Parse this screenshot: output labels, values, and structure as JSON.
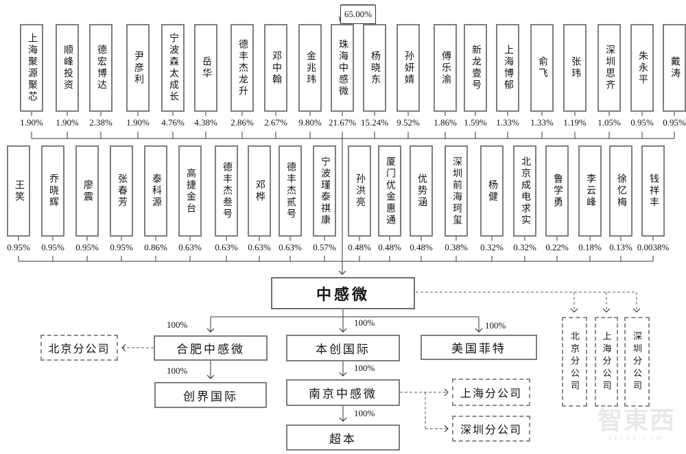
{
  "top_connector": {
    "label": "65.00%"
  },
  "shareholders_row1": [
    {
      "name": "上海聚源聚芯",
      "pct": "1.90%"
    },
    {
      "name": "顺峰投资",
      "pct": "1.90%"
    },
    {
      "name": "德宏博达",
      "pct": "2.38%"
    },
    {
      "name": "尹彦利",
      "pct": "1.90%"
    },
    {
      "name": "宁波森太成长",
      "pct": "4.76%"
    },
    {
      "name": "岳华",
      "pct": "4.38%"
    },
    {
      "name": "德丰杰龙升",
      "pct": "2.86%"
    },
    {
      "name": "邓中翰",
      "pct": "2.67%"
    },
    {
      "name": "金兆玮",
      "pct": "9.80%"
    },
    {
      "name": "珠海中感微",
      "pct": "21.67%"
    },
    {
      "name": "杨晓东",
      "pct": "15.24%"
    },
    {
      "name": "孙妍婧",
      "pct": "9.52%"
    },
    {
      "name": "傅乐渝",
      "pct": "1.86%"
    },
    {
      "name": "新龙壹号",
      "pct": "1.59%"
    },
    {
      "name": "上海博郁",
      "pct": "1.33%"
    },
    {
      "name": "俞飞",
      "pct": "1.33%"
    },
    {
      "name": "张玮",
      "pct": "1.19%"
    },
    {
      "name": "深圳思齐",
      "pct": "1.05%"
    },
    {
      "name": "朱永平",
      "pct": "0.95%"
    },
    {
      "name": "戴涛",
      "pct": "0.95%"
    }
  ],
  "shareholders_row2": [
    {
      "name": "王笑",
      "pct": "0.95%"
    },
    {
      "name": "乔晓辉",
      "pct": "0.95%"
    },
    {
      "name": "廖震",
      "pct": "0.95%"
    },
    {
      "name": "张春芳",
      "pct": "0.95%"
    },
    {
      "name": "泰科源",
      "pct": "0.86%"
    },
    {
      "name": "高捷金台",
      "pct": "0.63%"
    },
    {
      "name": "德丰杰叁号",
      "pct": "0.63%"
    },
    {
      "name": "邓桦",
      "pct": "0.63%"
    },
    {
      "name": "德丰杰贰号",
      "pct": "0.63%"
    },
    {
      "name": "宁波瑾泰祺康",
      "pct": "0.57%"
    },
    {
      "name": "孙洪亮",
      "pct": "0.48%"
    },
    {
      "name": "厦门优金惠通",
      "pct": "0.48%"
    },
    {
      "name": "优势涵",
      "pct": "0.48%"
    },
    {
      "name": "深圳前海珂玺",
      "pct": "0.38%"
    },
    {
      "name": "杨健",
      "pct": "0.32%"
    },
    {
      "name": "北京成电求实",
      "pct": "0.32%"
    },
    {
      "name": "鲁学勇",
      "pct": "0.22%"
    },
    {
      "name": "李云峰",
      "pct": "0.18%"
    },
    {
      "name": "徐忆梅",
      "pct": "0.13%"
    },
    {
      "name": "钱祥丰",
      "pct": "0.0038%"
    }
  ],
  "company": {
    "name": "中感微"
  },
  "subsidiaries": {
    "hefei": {
      "name": "合肥中感微",
      "pct": "100%"
    },
    "chuangjie": {
      "name": "创界国际",
      "pct": "100%"
    },
    "benchuang": {
      "name": "本创国际",
      "pct": "100%"
    },
    "nanjing": {
      "name": "南京中感微",
      "pct": "100%"
    },
    "chaoben": {
      "name": "超本",
      "pct": "100%"
    },
    "meiguofeite": {
      "name": "美国菲特",
      "pct": "100%"
    }
  },
  "branch_offices": {
    "beijing_left": "北京分公司",
    "shanghai_mid": "上海分公司",
    "shenzhen_mid": "深圳分公司",
    "beijing_right": "北京分公司",
    "shanghai_right": "上海分公司",
    "shenzhen_right": "深圳分公司"
  },
  "watermark": {
    "logo": "智東西",
    "url_text": "zhidx.com"
  },
  "colors": {
    "line": "#333333",
    "box_border": "#7d7d7d",
    "dashed": "#555555"
  }
}
